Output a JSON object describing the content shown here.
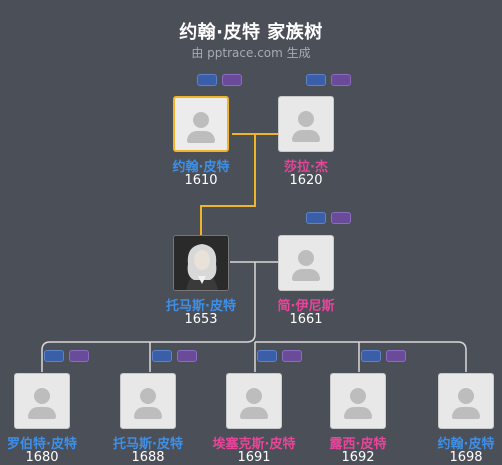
{
  "header": {
    "title": "约翰·皮特 家族树",
    "subtitle": "由 pptrace.com 生成"
  },
  "people": {
    "john_1610": {
      "name": "约翰·皮特",
      "year": "1610",
      "gender": "male",
      "selected": true
    },
    "sarah_1620": {
      "name": "莎拉·杰",
      "year": "1620",
      "gender": "female"
    },
    "thomas_1653": {
      "name": "托马斯·皮特",
      "year": "1653",
      "gender": "male",
      "portrait": true
    },
    "jane_1661": {
      "name": "简·伊尼斯",
      "year": "1661",
      "gender": "female"
    },
    "robert_1680": {
      "name": "罗伯特·皮特",
      "year": "1680",
      "gender": "male"
    },
    "thomas_1688": {
      "name": "托马斯·皮特",
      "year": "1688",
      "gender": "male"
    },
    "essex_1691": {
      "name": "埃塞克斯·皮特",
      "year": "1691",
      "gender": "female"
    },
    "lucy_1692": {
      "name": "露西·皮特",
      "year": "1692",
      "gender": "female"
    },
    "john_1698": {
      "name": "约翰·皮特",
      "year": "1698",
      "gender": "male"
    }
  },
  "colors": {
    "background": "#4b4f58",
    "male": "#3d8fe8",
    "female": "#e8459a",
    "highlight_line": "#f0b429",
    "line": "#d9d9d9"
  }
}
